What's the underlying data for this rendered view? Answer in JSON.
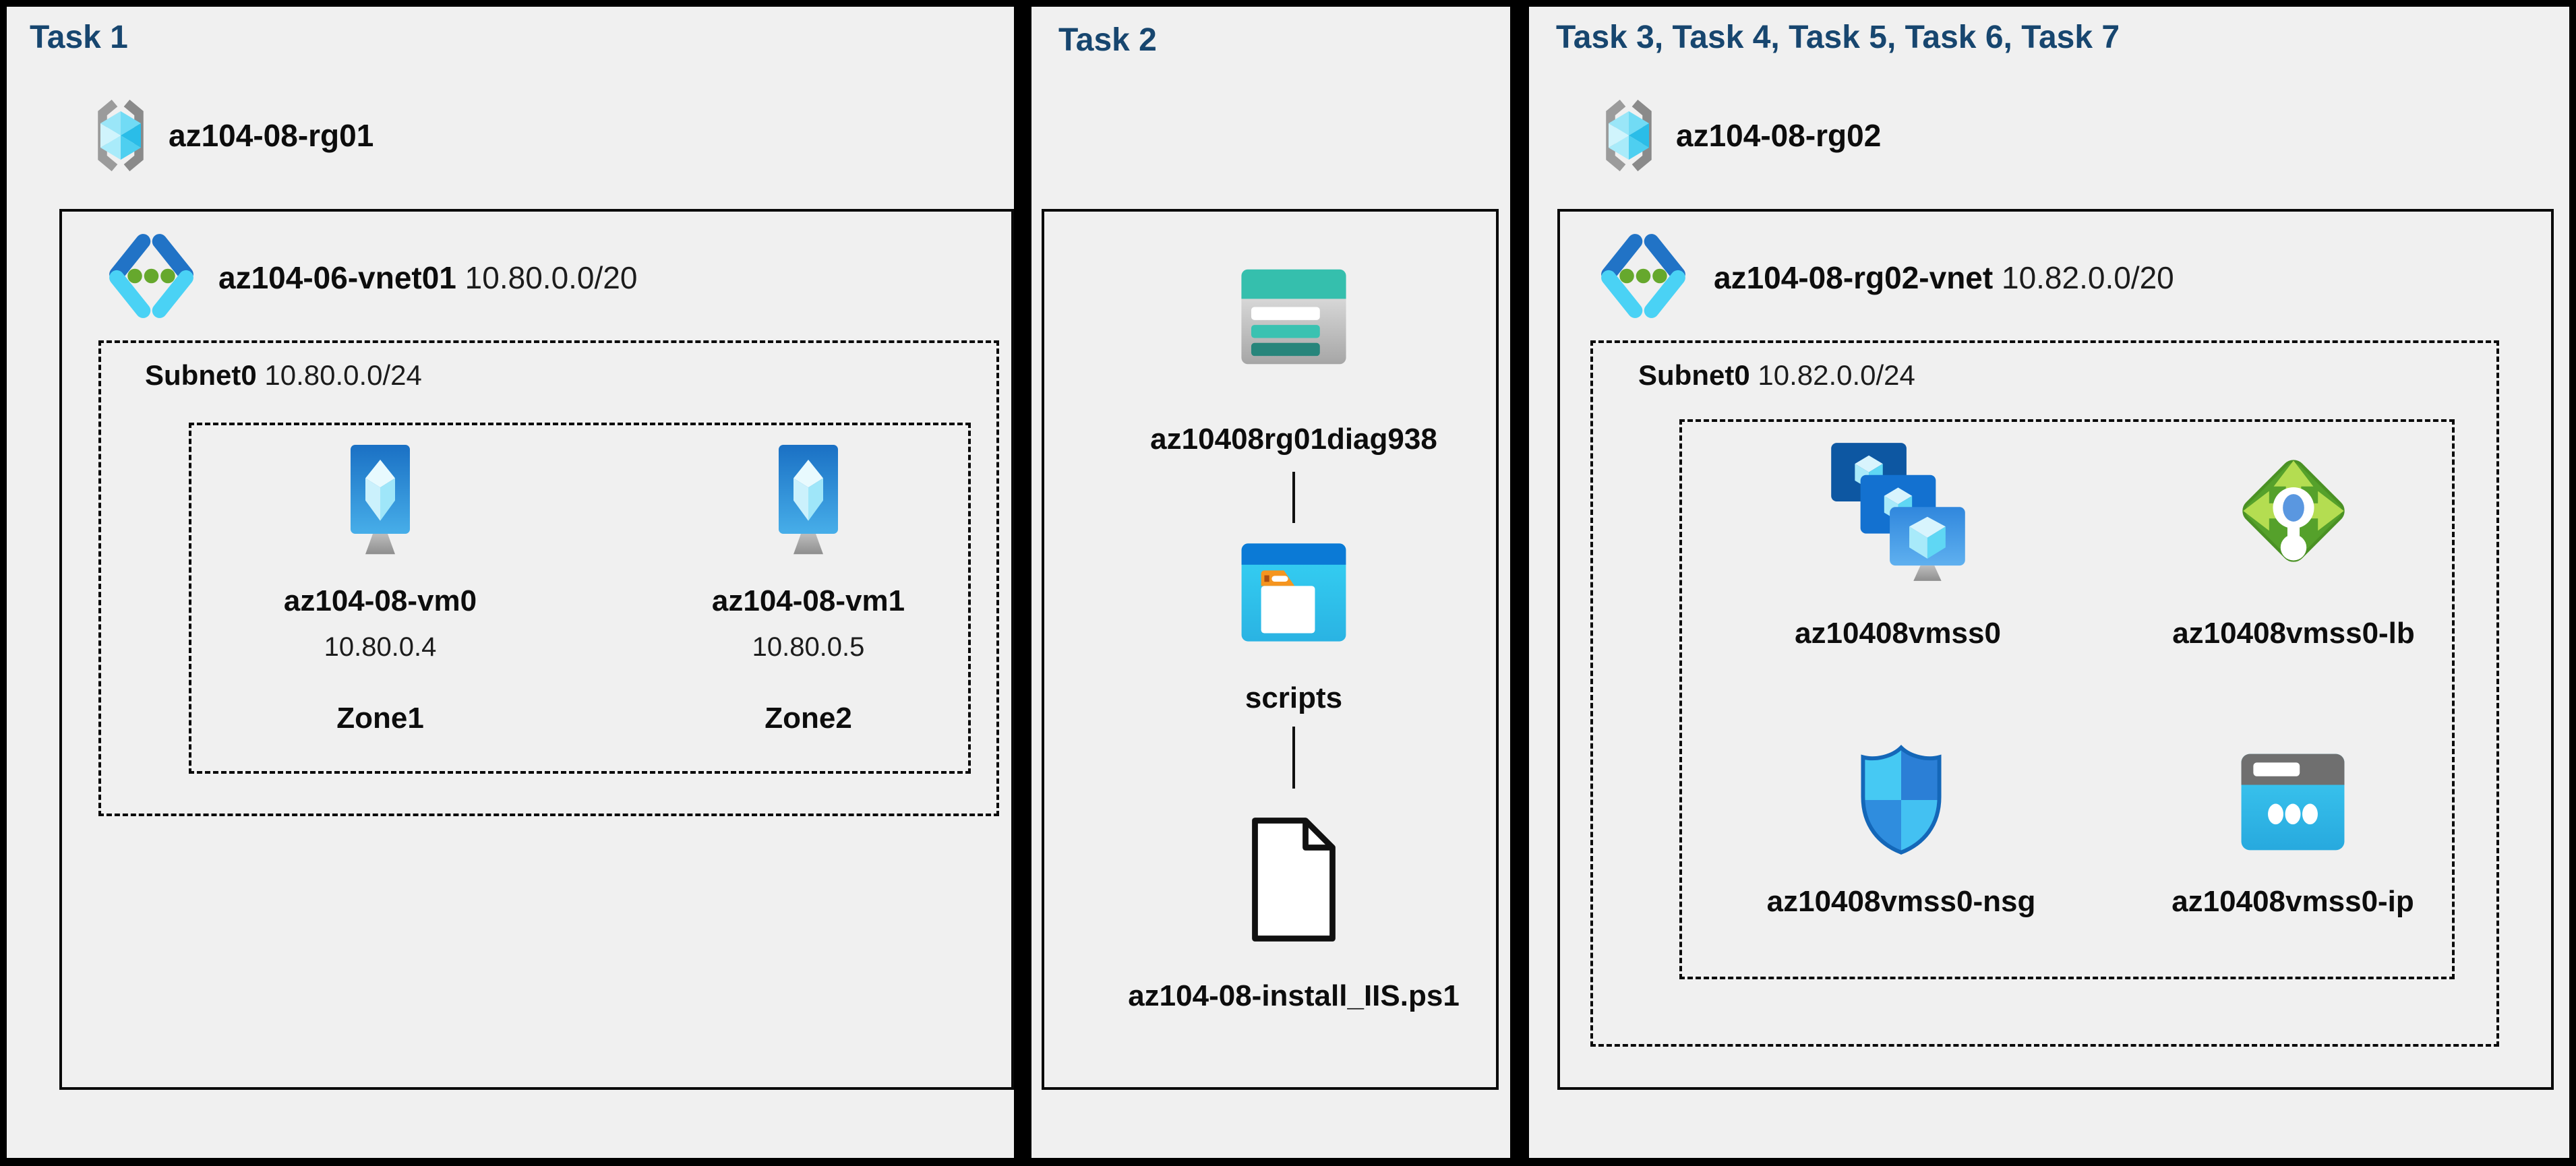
{
  "colors": {
    "page_bg": "#000000",
    "panel_bg": "#F0F0F0",
    "title_text": "#17466F",
    "diagram_text": "#0d0d0d",
    "storage_teal": "#35BFAD",
    "folder_blue": "#0B7AD6",
    "folder_tab_orange": "#F5951F",
    "vm_blue": "#1A70C4",
    "vmss_navy": "#0D57A2",
    "lb_green": "#55A12B",
    "nsg_blue": "#2B7FD6",
    "ip_cyan": "#3FCBF2",
    "vnet_chevron_blue": "#2173C6",
    "vnet_chevron_cyan": "#4AD2F5",
    "vnet_dot_green": "#66A82D"
  },
  "panel1": {
    "title": "Task 1",
    "rg_name": "az104-08-rg01",
    "vnet_name": "az104-06-vnet01",
    "vnet_cidr": "10.80.0.0/20",
    "subnet_name": "Subnet0",
    "subnet_cidr": "10.80.0.0/24",
    "vms": [
      {
        "name": "az104-08-vm0",
        "ip": "10.80.0.4",
        "zone": "Zone1"
      },
      {
        "name": "az104-08-vm1",
        "ip": "10.80.0.5",
        "zone": "Zone2"
      }
    ]
  },
  "panel2": {
    "title": "Task 2",
    "storage_account": "az10408rg01diag938",
    "container": "scripts",
    "file": "az104-08-install_IIS.ps1"
  },
  "panel3": {
    "title": "Task 3, Task 4, Task 5, Task 6, Task 7",
    "rg_name": "az104-08-rg02",
    "vnet_name": "az104-08-rg02-vnet",
    "vnet_cidr": "10.82.0.0/20",
    "subnet_name": "Subnet0",
    "subnet_cidr": "10.82.0.0/24",
    "resources": [
      {
        "name": "az10408vmss0",
        "type": "vm-scale-set"
      },
      {
        "name": "az10408vmss0-lb",
        "type": "load-balancer"
      },
      {
        "name": "az10408vmss0-nsg",
        "type": "network-security-group"
      },
      {
        "name": "az10408vmss0-ip",
        "type": "public-ip"
      }
    ]
  }
}
